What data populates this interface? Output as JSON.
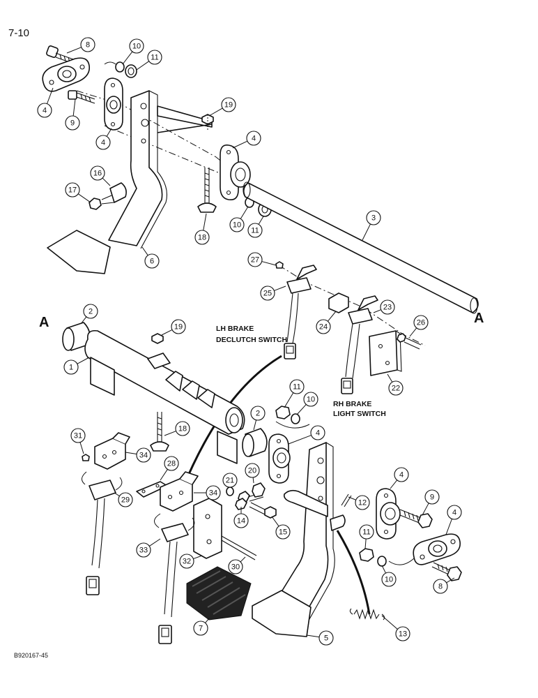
{
  "page": {
    "page_number": "7-10",
    "figure_code": "B920167-45"
  },
  "labels": {
    "lh_brake_line1": "LH BRAKE",
    "lh_brake_line2": "DECLUTCH SWITCH",
    "rh_brake_line1": "RH BRAKE",
    "rh_brake_line2": "LIGHT SWITCH",
    "break_left": "A",
    "break_right": "A"
  },
  "callouts": [
    {
      "id": "c8a",
      "num": "8"
    },
    {
      "id": "c10a",
      "num": "10"
    },
    {
      "id": "c11a",
      "num": "11"
    },
    {
      "id": "c4a",
      "num": "4"
    },
    {
      "id": "c9a",
      "num": "9"
    },
    {
      "id": "c4b",
      "num": "4"
    },
    {
      "id": "c19a",
      "num": "19"
    },
    {
      "id": "c4c",
      "num": "4"
    },
    {
      "id": "c16",
      "num": "16"
    },
    {
      "id": "c17",
      "num": "17"
    },
    {
      "id": "c10b",
      "num": "10"
    },
    {
      "id": "c11b",
      "num": "11"
    },
    {
      "id": "c18a",
      "num": "18"
    },
    {
      "id": "c6",
      "num": "6"
    },
    {
      "id": "c3",
      "num": "3"
    },
    {
      "id": "c27",
      "num": "27"
    },
    {
      "id": "c25",
      "num": "25"
    },
    {
      "id": "c23",
      "num": "23"
    },
    {
      "id": "c24",
      "num": "24"
    },
    {
      "id": "c26",
      "num": "26"
    },
    {
      "id": "c22",
      "num": "22"
    },
    {
      "id": "c2a",
      "num": "2"
    },
    {
      "id": "c19b",
      "num": "19"
    },
    {
      "id": "c1",
      "num": "1"
    },
    {
      "id": "c11c",
      "num": "11"
    },
    {
      "id": "c10c",
      "num": "10"
    },
    {
      "id": "c2b",
      "num": "2"
    },
    {
      "id": "c4d",
      "num": "4"
    },
    {
      "id": "c18b",
      "num": "18"
    },
    {
      "id": "c31",
      "num": "31"
    },
    {
      "id": "c34a",
      "num": "34"
    },
    {
      "id": "c28",
      "num": "28"
    },
    {
      "id": "c20",
      "num": "20"
    },
    {
      "id": "c21",
      "num": "21"
    },
    {
      "id": "c34b",
      "num": "34"
    },
    {
      "id": "c29",
      "num": "29"
    },
    {
      "id": "c12",
      "num": "12"
    },
    {
      "id": "c4e",
      "num": "4"
    },
    {
      "id": "c9b",
      "num": "9"
    },
    {
      "id": "c4f",
      "num": "4"
    },
    {
      "id": "c14",
      "num": "14"
    },
    {
      "id": "c15",
      "num": "15"
    },
    {
      "id": "c33",
      "num": "33"
    },
    {
      "id": "c32",
      "num": "32"
    },
    {
      "id": "c30",
      "num": "30"
    },
    {
      "id": "c11d",
      "num": "11"
    },
    {
      "id": "c10d",
      "num": "10"
    },
    {
      "id": "c8b",
      "num": "8"
    },
    {
      "id": "c7",
      "num": "7"
    },
    {
      "id": "c5",
      "num": "5"
    },
    {
      "id": "c13",
      "num": "13"
    }
  ]
}
